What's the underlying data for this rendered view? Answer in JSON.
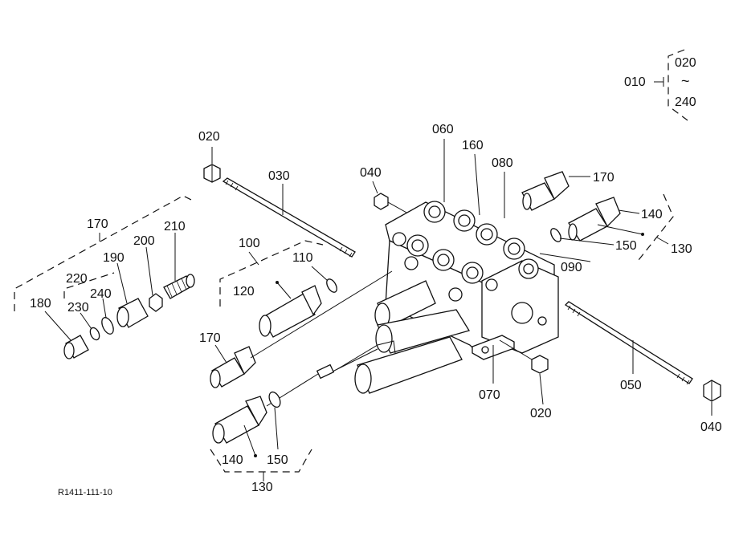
{
  "diagram": {
    "reference_code": "R1411-111-10",
    "assembly_range": {
      "parent": "010",
      "from": "020",
      "to": "240",
      "separator": "~"
    },
    "labels": {
      "l020_top": "020",
      "l030": "030",
      "l040_top": "040",
      "l060": "060",
      "l160": "160",
      "l080": "080",
      "l170_right": "170",
      "l140_right": "140",
      "l150_right": "150",
      "l130_right": "130",
      "l090": "090",
      "l100": "100",
      "l110": "110",
      "l120": "120",
      "l170_left": "170",
      "l210": "210",
      "l200": "200",
      "l190": "190",
      "l220": "220",
      "l240": "240",
      "l230": "230",
      "l180": "180",
      "l170_mid": "170",
      "l140_bottom": "140",
      "l150_bottom": "150",
      "l130_bottom": "130",
      "l070": "070",
      "l020_bottom": "020",
      "l050": "050",
      "l040_right": "040"
    }
  }
}
